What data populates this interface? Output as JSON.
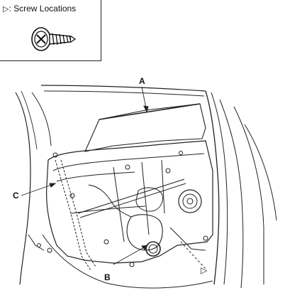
{
  "legend": {
    "marker": "▷",
    "text": ": Screw Locations"
  },
  "callouts": {
    "a": "A",
    "b": "B",
    "c": "C"
  },
  "screw_marker": "▷"
}
